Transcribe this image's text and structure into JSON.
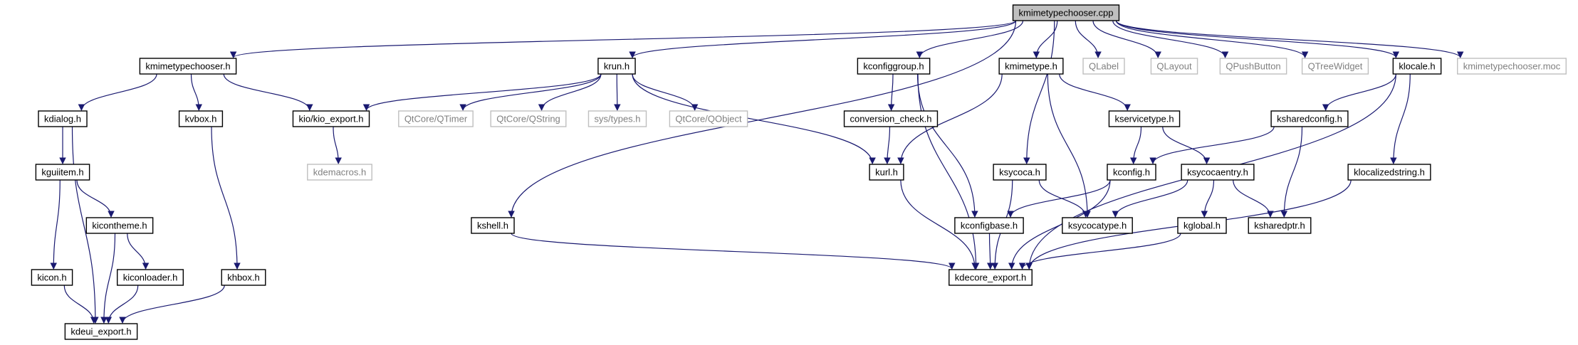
{
  "diagram": {
    "title": "",
    "colors": {
      "edge": "#191970",
      "node_border": "#000000",
      "external_border": "#bfbfbf",
      "external_text": "#808080",
      "root_fill": "#bfbfbf",
      "text": "#000000"
    },
    "nodes": [
      {
        "id": "kmimetypechooser_cpp",
        "label": "kmimetypechooser.cpp",
        "kind": "root"
      },
      {
        "id": "kmimetypechooser_h",
        "label": "kmimetypechooser.h",
        "kind": "local"
      },
      {
        "id": "krun_h",
        "label": "krun.h",
        "kind": "local"
      },
      {
        "id": "kconfiggroup_h",
        "label": "kconfiggroup.h",
        "kind": "local"
      },
      {
        "id": "kmimetype_h",
        "label": "kmimetype.h",
        "kind": "local"
      },
      {
        "id": "QLabel",
        "label": "QLabel",
        "kind": "external"
      },
      {
        "id": "QLayout",
        "label": "QLayout",
        "kind": "external"
      },
      {
        "id": "QPushButton",
        "label": "QPushButton",
        "kind": "external"
      },
      {
        "id": "QTreeWidget",
        "label": "QTreeWidget",
        "kind": "external"
      },
      {
        "id": "klocale_h",
        "label": "klocale.h",
        "kind": "local"
      },
      {
        "id": "kmimetypechooser_moc",
        "label": "kmimetypechooser.moc",
        "kind": "external"
      },
      {
        "id": "kdialog_h",
        "label": "kdialog.h",
        "kind": "local"
      },
      {
        "id": "kvbox_h",
        "label": "kvbox.h",
        "kind": "local"
      },
      {
        "id": "kio_export_h",
        "label": "kio/kio_export.h",
        "kind": "local"
      },
      {
        "id": "QtCore_QTimer",
        "label": "QtCore/QTimer",
        "kind": "external"
      },
      {
        "id": "QtCore_QString",
        "label": "QtCore/QString",
        "kind": "external"
      },
      {
        "id": "sys_types_h",
        "label": "sys/types.h",
        "kind": "external"
      },
      {
        "id": "QtCore_QObject",
        "label": "QtCore/QObject",
        "kind": "external"
      },
      {
        "id": "conversion_check_h",
        "label": "conversion_check.h",
        "kind": "local"
      },
      {
        "id": "kservicetype_h",
        "label": "kservicetype.h",
        "kind": "local"
      },
      {
        "id": "ksharedconfig_h",
        "label": "ksharedconfig.h",
        "kind": "local"
      },
      {
        "id": "kguiitem_h",
        "label": "kguiitem.h",
        "kind": "local"
      },
      {
        "id": "kdemacros_h",
        "label": "kdemacros.h",
        "kind": "external"
      },
      {
        "id": "kurl_h",
        "label": "kurl.h",
        "kind": "local"
      },
      {
        "id": "ksycoca_h",
        "label": "ksycoca.h",
        "kind": "local"
      },
      {
        "id": "kconfig_h",
        "label": "kconfig.h",
        "kind": "local"
      },
      {
        "id": "ksycocaentry_h",
        "label": "ksycocaentry.h",
        "kind": "local"
      },
      {
        "id": "klocalizedstring_h",
        "label": "klocalizedstring.h",
        "kind": "local"
      },
      {
        "id": "kicontheme_h",
        "label": "kicontheme.h",
        "kind": "local"
      },
      {
        "id": "kshell_h",
        "label": "kshell.h",
        "kind": "local"
      },
      {
        "id": "kconfigbase_h",
        "label": "kconfigbase.h",
        "kind": "local"
      },
      {
        "id": "ksycocatype_h",
        "label": "ksycocatype.h",
        "kind": "local"
      },
      {
        "id": "kglobal_h",
        "label": "kglobal.h",
        "kind": "local"
      },
      {
        "id": "ksharedptr_h",
        "label": "ksharedptr.h",
        "kind": "local"
      },
      {
        "id": "kicon_h",
        "label": "kicon.h",
        "kind": "local"
      },
      {
        "id": "kiconloader_h",
        "label": "kiconloader.h",
        "kind": "local"
      },
      {
        "id": "khbox_h",
        "label": "khbox.h",
        "kind": "local"
      },
      {
        "id": "kdecore_export_h",
        "label": "kdecore_export.h",
        "kind": "local"
      },
      {
        "id": "kdeui_export_h",
        "label": "kdeui_export.h",
        "kind": "local"
      }
    ],
    "edges": [
      [
        "kmimetypechooser_cpp",
        "kmimetypechooser_h"
      ],
      [
        "kmimetypechooser_cpp",
        "krun_h"
      ],
      [
        "kmimetypechooser_cpp",
        "kshell_h"
      ],
      [
        "kmimetypechooser_cpp",
        "kconfiggroup_h"
      ],
      [
        "kmimetypechooser_cpp",
        "ksycoca_h"
      ],
      [
        "kmimetypechooser_cpp",
        "kmimetype_h"
      ],
      [
        "kmimetypechooser_cpp",
        "QLabel"
      ],
      [
        "kmimetypechooser_cpp",
        "QLayout"
      ],
      [
        "kmimetypechooser_cpp",
        "QPushButton"
      ],
      [
        "kmimetypechooser_cpp",
        "QTreeWidget"
      ],
      [
        "kmimetypechooser_cpp",
        "klocale_h"
      ],
      [
        "kmimetypechooser_cpp",
        "kmimetypechooser_moc"
      ],
      [
        "kmimetypechooser_h",
        "kdialog_h"
      ],
      [
        "kmimetypechooser_h",
        "kvbox_h"
      ],
      [
        "kmimetypechooser_h",
        "kio_export_h"
      ],
      [
        "krun_h",
        "kio_export_h"
      ],
      [
        "krun_h",
        "QtCore_QTimer"
      ],
      [
        "krun_h",
        "QtCore_QString"
      ],
      [
        "krun_h",
        "sys_types_h"
      ],
      [
        "krun_h",
        "QtCore_QObject"
      ],
      [
        "krun_h",
        "kurl_h"
      ],
      [
        "kconfiggroup_h",
        "conversion_check_h"
      ],
      [
        "kconfiggroup_h",
        "kconfigbase_h"
      ],
      [
        "kconfiggroup_h",
        "kdecore_export_h"
      ],
      [
        "kmimetype_h",
        "kurl_h"
      ],
      [
        "kmimetype_h",
        "kservicetype_h"
      ],
      [
        "kmimetype_h",
        "ksycocatype_h"
      ],
      [
        "klocale_h",
        "ksharedconfig_h"
      ],
      [
        "klocale_h",
        "klocalizedstring_h"
      ],
      [
        "klocale_h",
        "kdecore_export_h"
      ],
      [
        "kdialog_h",
        "kguiitem_h"
      ],
      [
        "kdialog_h",
        "kdeui_export_h"
      ],
      [
        "kvbox_h",
        "khbox_h"
      ],
      [
        "kio_export_h",
        "kdemacros_h"
      ],
      [
        "conversion_check_h",
        "kurl_h"
      ],
      [
        "kservicetype_h",
        "kconfig_h"
      ],
      [
        "kservicetype_h",
        "ksycocaentry_h"
      ],
      [
        "ksharedconfig_h",
        "kconfig_h"
      ],
      [
        "ksharedconfig_h",
        "ksharedptr_h"
      ],
      [
        "kguiitem_h",
        "kicontheme_h"
      ],
      [
        "kguiitem_h",
        "kicon_h"
      ],
      [
        "kurl_h",
        "kdecore_export_h"
      ],
      [
        "ksycoca_h",
        "ksycocatype_h"
      ],
      [
        "ksycoca_h",
        "kdecore_export_h"
      ],
      [
        "kconfig_h",
        "kconfigbase_h"
      ],
      [
        "kconfig_h",
        "kdecore_export_h"
      ],
      [
        "ksycocaentry_h",
        "ksycocatype_h"
      ],
      [
        "ksycocaentry_h",
        "kglobal_h"
      ],
      [
        "ksycocaentry_h",
        "ksharedptr_h"
      ],
      [
        "klocalizedstring_h",
        "kdecore_export_h"
      ],
      [
        "kicontheme_h",
        "kiconloader_h"
      ],
      [
        "kicontheme_h",
        "kdeui_export_h"
      ],
      [
        "kshell_h",
        "kdecore_export_h"
      ],
      [
        "kconfigbase_h",
        "kdecore_export_h"
      ],
      [
        "kglobal_h",
        "kdecore_export_h"
      ],
      [
        "kicon_h",
        "kdeui_export_h"
      ],
      [
        "kiconloader_h",
        "kdeui_export_h"
      ],
      [
        "khbox_h",
        "kdeui_export_h"
      ]
    ]
  }
}
